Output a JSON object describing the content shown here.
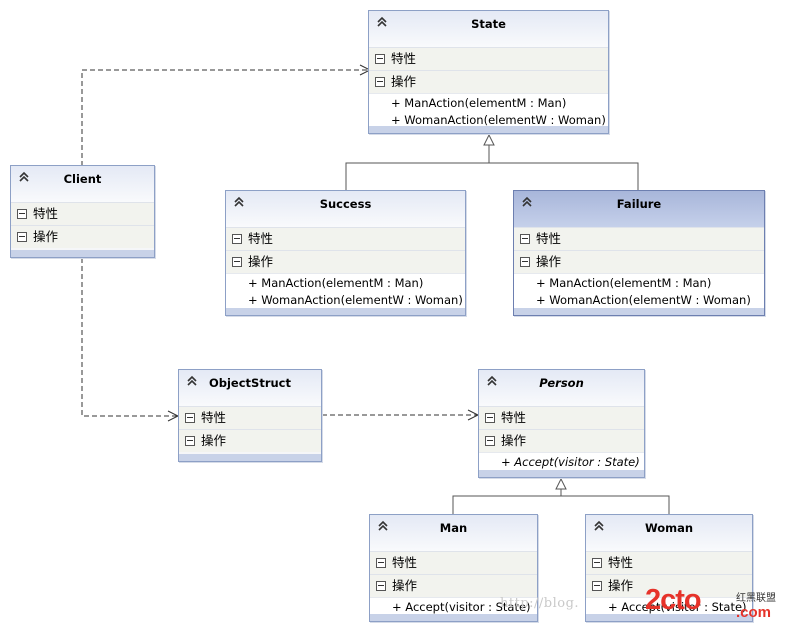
{
  "section_labels": {
    "attributes": "特性",
    "operations": "操作"
  },
  "classes": {
    "state": {
      "name": "State",
      "operations": [
        "+ ManAction(elementM : Man)",
        "+ WomanAction(elementW : Woman)"
      ]
    },
    "client": {
      "name": "Client"
    },
    "success": {
      "name": "Success",
      "operations": [
        "+ ManAction(elementM : Man)",
        "+ WomanAction(elementW : Woman)"
      ]
    },
    "failure": {
      "name": "Failure",
      "operations": [
        "+ ManAction(elementM : Man)",
        "+ WomanAction(elementW : Woman)"
      ]
    },
    "objectstruct": {
      "name": "ObjectStruct"
    },
    "person": {
      "name": "Person",
      "operations": [
        "+ Accept(visitor : State)"
      ]
    },
    "man": {
      "name": "Man",
      "operations": [
        "+ Accept(visitor : State)"
      ]
    },
    "woman": {
      "name": "Woman",
      "operations": [
        "+ Accept(visitor : State)"
      ]
    }
  },
  "watermark": {
    "blog": "http://blog.",
    "logo": "2cto",
    "logo_suffix": ".com",
    "site_cn": "红黑联盟"
  }
}
